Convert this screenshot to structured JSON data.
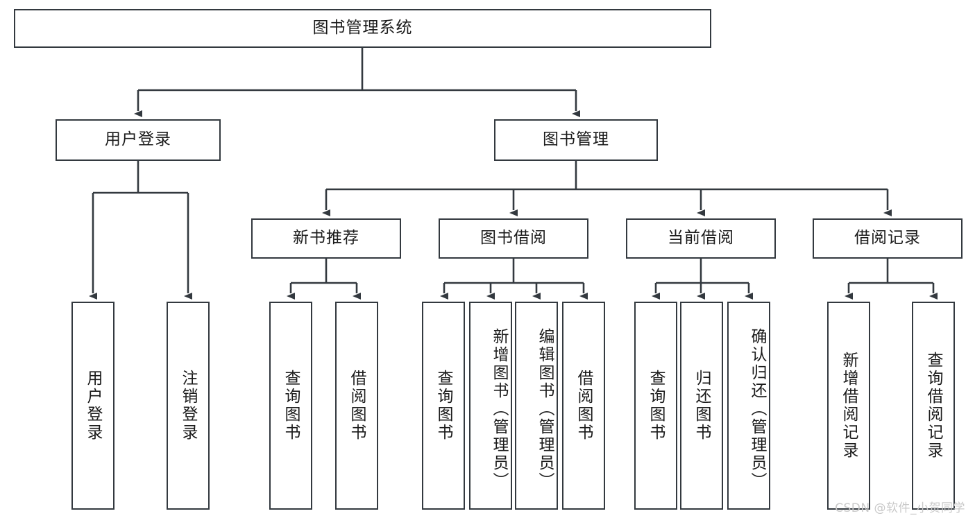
{
  "diagram": {
    "title": "图书管理系统",
    "type": "tree-hierarchy",
    "root": {
      "id": "root",
      "label": "图书管理系统"
    },
    "level2": [
      {
        "id": "user-login",
        "label": "用户登录"
      },
      {
        "id": "book-manage",
        "label": "图书管理"
      }
    ],
    "level3": [
      {
        "id": "new-book-rec",
        "label": "新书推荐",
        "parent": "book-manage"
      },
      {
        "id": "book-borrow",
        "label": "图书借阅",
        "parent": "book-manage"
      },
      {
        "id": "current-borrow",
        "label": "当前借阅",
        "parent": "book-manage"
      },
      {
        "id": "borrow-record",
        "label": "借阅记录",
        "parent": "book-manage"
      }
    ],
    "leaves": {
      "user_login": [
        {
          "id": "leaf-user-login",
          "label": "用户登录"
        },
        {
          "id": "leaf-user-logout",
          "label": "注销登录"
        }
      ],
      "new_book_rec": [
        {
          "id": "leaf-query-book-1",
          "label": "查询图书"
        },
        {
          "id": "leaf-borrow-book-1",
          "label": "借阅图书"
        }
      ],
      "book_borrow": [
        {
          "id": "leaf-query-book-2",
          "label": "查询图书"
        },
        {
          "id": "leaf-add-book",
          "label": "新增图书（管理员）"
        },
        {
          "id": "leaf-edit-book",
          "label": "编辑图书（管理员）"
        },
        {
          "id": "leaf-borrow-book-2",
          "label": "借阅图书"
        }
      ],
      "current_borrow": [
        {
          "id": "leaf-query-book-3",
          "label": "查询图书"
        },
        {
          "id": "leaf-return-book",
          "label": "归还图书"
        },
        {
          "id": "leaf-confirm-return",
          "label": "确认归还（管理员）"
        }
      ],
      "borrow_record": [
        {
          "id": "leaf-add-record",
          "label": "新增借阅记录"
        },
        {
          "id": "leaf-query-record",
          "label": "查询借阅记录"
        }
      ]
    }
  },
  "watermark": {
    "text": "CSDN @软件_小贺同学"
  },
  "colors": {
    "stroke": "#33393f",
    "box_fill": "#ffffff",
    "text": "#1b1b1b",
    "watermark": "#c9c9c9",
    "background": "#ffffff"
  }
}
